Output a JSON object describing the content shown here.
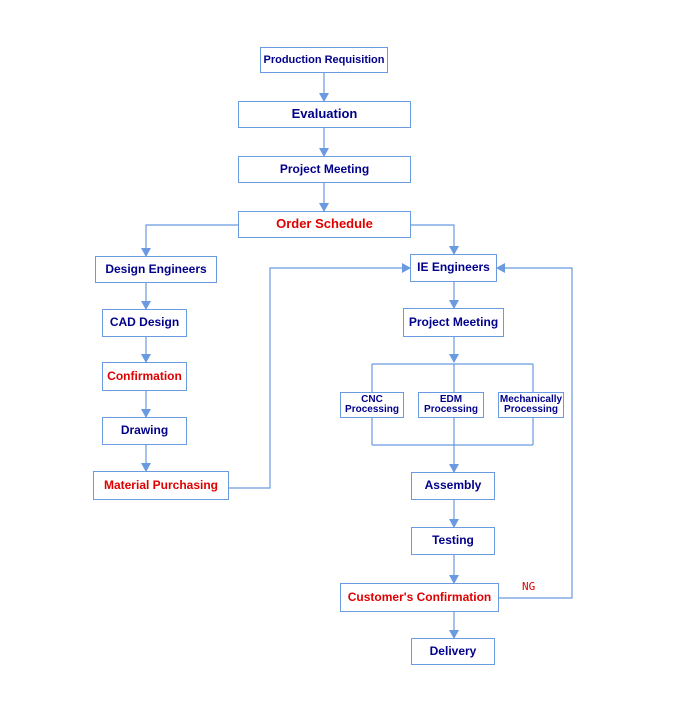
{
  "colors": {
    "node_border": "#6a9ae0",
    "text_blue": "#00008b",
    "text_red": "#e00000",
    "edge": "#6a9ae0"
  },
  "nodes": {
    "production_requisition": "Production Requisition",
    "evaluation": "Evaluation",
    "project_meeting_top": "Project Meeting",
    "order_schedule": "Order Schedule",
    "design_engineers": "Design Engineers",
    "cad_design": "CAD Design",
    "confirmation": "Confirmation",
    "drawing": "Drawing",
    "material_purchasing": "Material Purchasing",
    "ie_engineers": "IE Engineers",
    "project_meeting_ie": "Project Meeting",
    "cnc_processing_line1": "CNC",
    "cnc_processing_line2": "Processing",
    "edm_processing_line1": "EDM",
    "edm_processing_line2": "Processing",
    "mech_processing_line1": "Mechanically",
    "mech_processing_line2": "Processing",
    "assembly": "Assembly",
    "testing": "Testing",
    "customers_confirmation": "Customer's Confirmation",
    "delivery": "Delivery"
  },
  "labels": {
    "ng": "NG"
  }
}
